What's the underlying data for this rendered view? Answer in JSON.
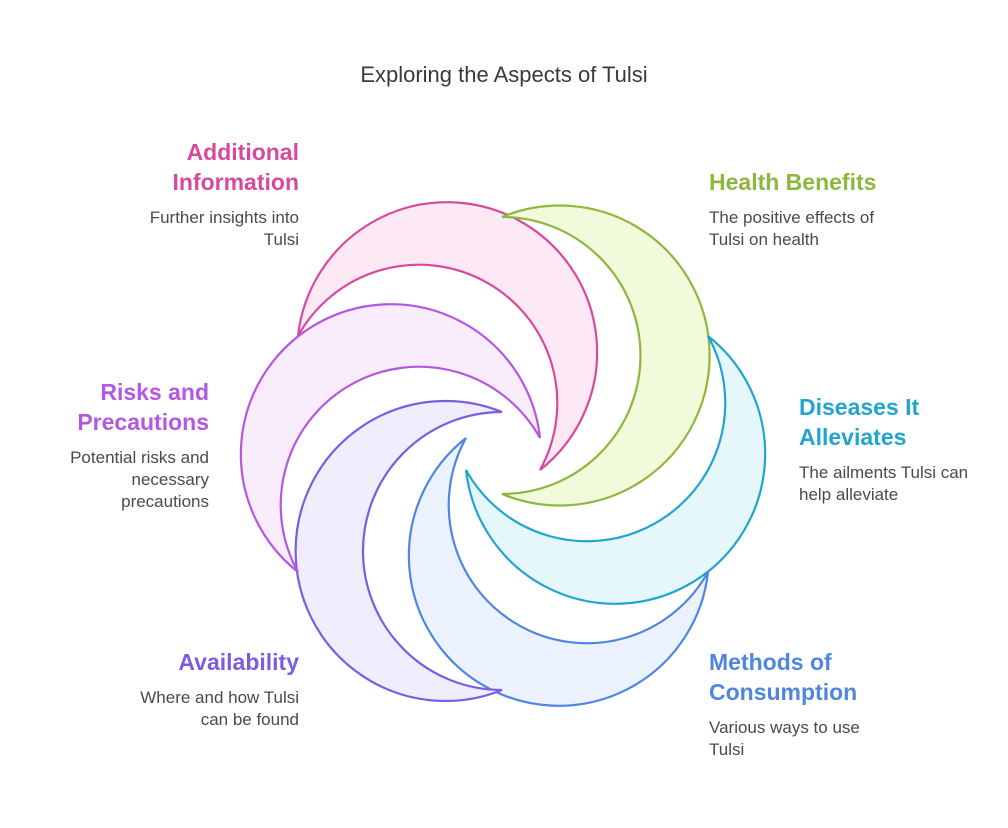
{
  "title": "Exploring the Aspects of Tulsi",
  "segments": [
    {
      "id": "additional",
      "heading_lines": [
        "Additional",
        "Information"
      ],
      "description": "Further insights into Tulsi",
      "stroke": "#d6499e",
      "fill": "#fde9f4"
    },
    {
      "id": "health",
      "heading_lines": [
        "Health Benefits"
      ],
      "description": "The positive effects of Tulsi on health",
      "stroke": "#8cb83e",
      "fill": "#f1fbdb"
    },
    {
      "id": "diseases",
      "heading_lines": [
        "Diseases It",
        "Alleviates"
      ],
      "description": "The ailments Tulsi can help alleviate",
      "stroke": "#21a5cf",
      "fill": "#e6f7fc"
    },
    {
      "id": "methods",
      "heading_lines": [
        "Methods of",
        "Consumption"
      ],
      "description": "Various ways to use Tulsi",
      "stroke": "#4f86e0",
      "fill": "#ebf1fd"
    },
    {
      "id": "availability",
      "heading_lines": [
        "Availability"
      ],
      "description": "Where and how Tulsi can be found",
      "stroke": "#7a5ee0",
      "fill": "#f0edfc"
    },
    {
      "id": "risks",
      "heading_lines": [
        "Risks and",
        "Precautions"
      ],
      "description": "Potential risks and necessary precautions",
      "stroke": "#b557e0",
      "fill": "#f9ecfc"
    }
  ]
}
